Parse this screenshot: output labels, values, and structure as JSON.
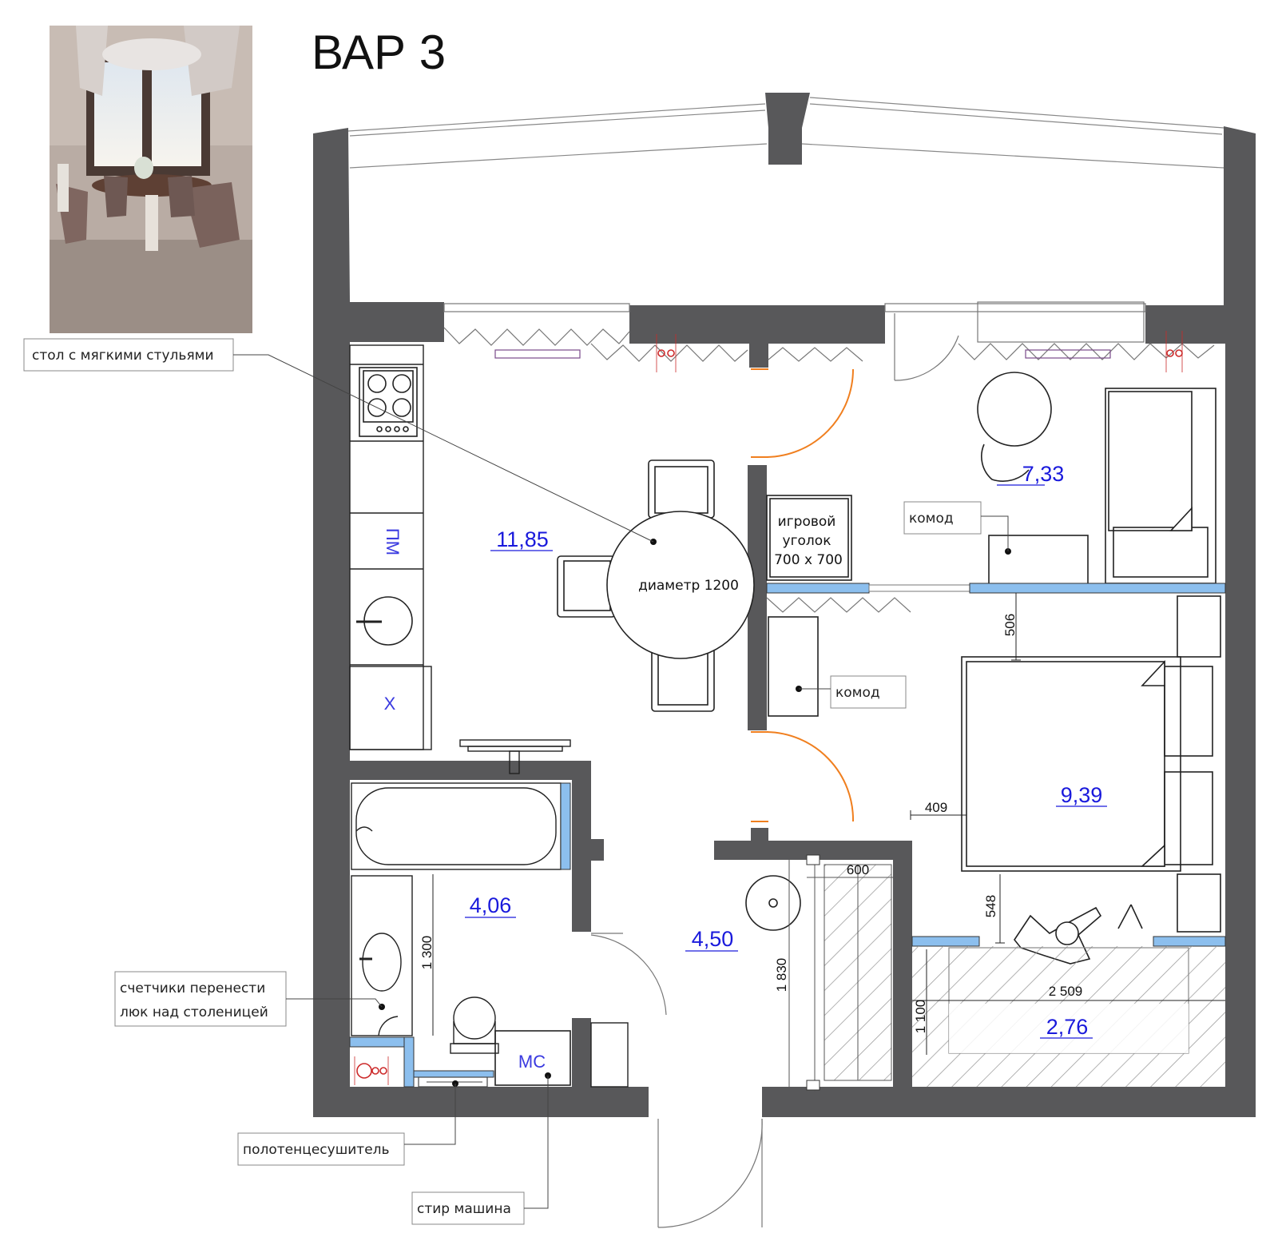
{
  "title": "ВАР 3",
  "photo": {
    "icon": "dining-room-photo"
  },
  "areas": {
    "kitchen": "11,85",
    "kids_room": "7,33",
    "bedroom": "9,39",
    "bathroom": "4,06",
    "hall": "4,50",
    "wardrobe": "2,76"
  },
  "callouts": {
    "table_chairs": "стол с мягкими стульями",
    "meters": [
      "счетчики перенести",
      "люк над столеницей"
    ],
    "towel_dryer": "полотенцесушитель",
    "washing_machine": "стир машина",
    "dresser_kids": "комод",
    "dresser_hall": "комод"
  },
  "furniture": {
    "table_diameter": "диаметр 1200",
    "play_corner": [
      "игровой",
      "уголок",
      "700 х 700"
    ],
    "dishwasher": "ПМ",
    "fridge": "Х",
    "washer": "МС"
  },
  "dimensions": {
    "d506": "506",
    "d409": "409",
    "d600": "600",
    "d548": "548",
    "d1300": "1 300",
    "d1830": "1 830",
    "d2509": "2 509",
    "d1100": "1 100"
  },
  "colors": {
    "wall": "#58585a",
    "door_arc": "#f07f1f",
    "area_label": "#1a1adc",
    "partition": "#8cbfee",
    "socket": "#cc2a2a",
    "radiator": "#7a4a8a"
  }
}
